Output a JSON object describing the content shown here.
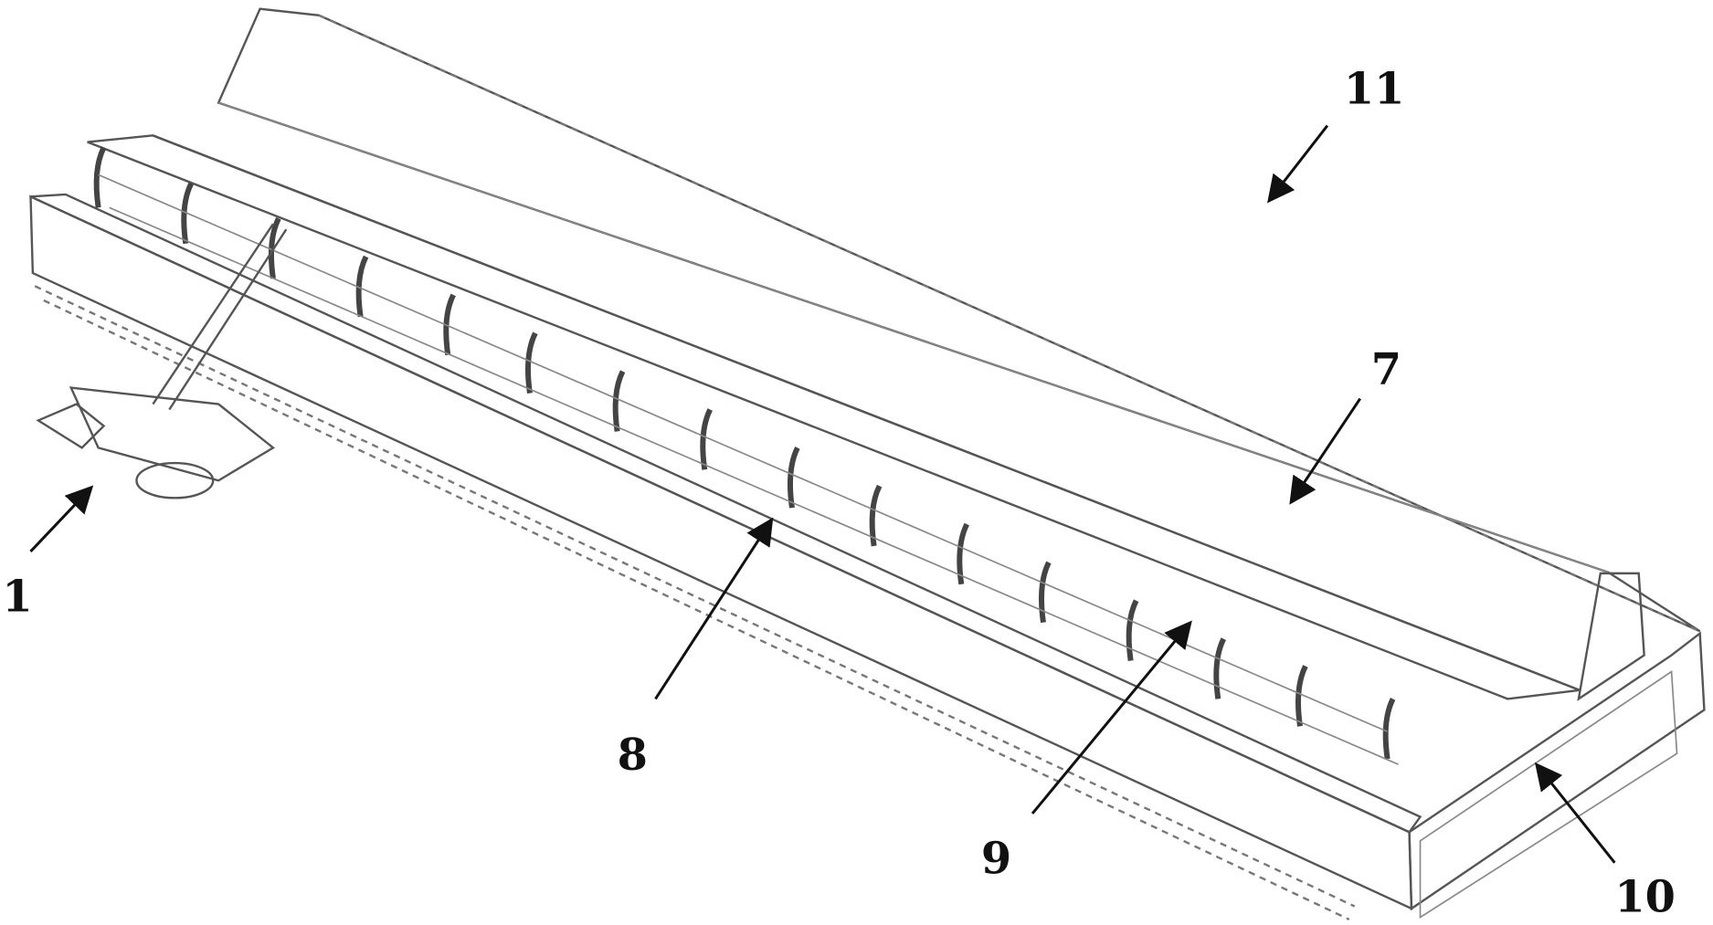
{
  "figure": {
    "labels": [
      {
        "id": "11",
        "text": "11"
      },
      {
        "id": "7",
        "text": "7"
      },
      {
        "id": "1",
        "text": "1"
      },
      {
        "id": "8",
        "text": "8"
      },
      {
        "id": "9",
        "text": "9"
      },
      {
        "id": "10",
        "text": "10"
      }
    ]
  }
}
